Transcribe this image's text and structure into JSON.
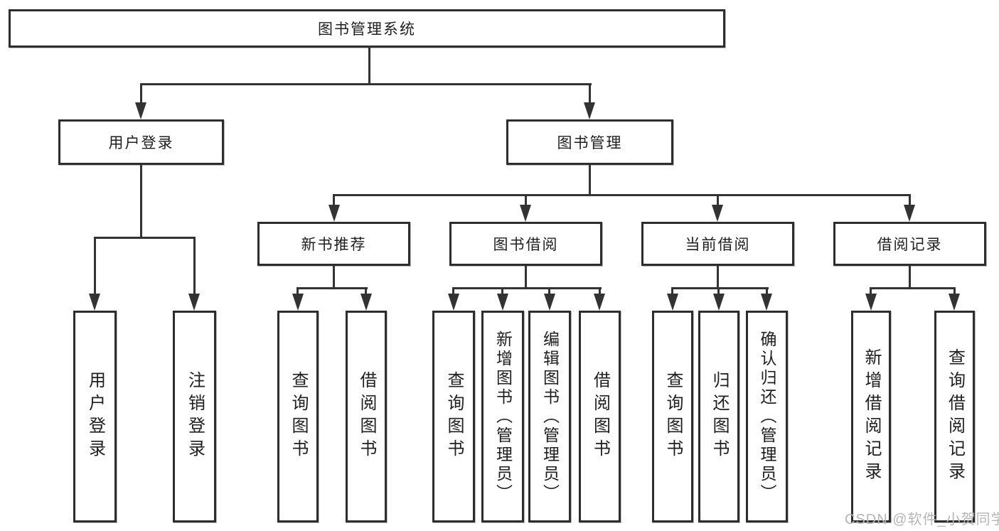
{
  "diagram_type": "hierarchy-tree",
  "tree": {
    "label": "图书管理系统",
    "children": [
      {
        "label": "用户登录",
        "children": [
          {
            "label": "用户登录"
          },
          {
            "label": "注销登录"
          }
        ]
      },
      {
        "label": "图书管理",
        "children": [
          {
            "label": "新书推荐",
            "children": [
              {
                "label": "查询图书"
              },
              {
                "label": "借阅图书"
              }
            ]
          },
          {
            "label": "图书借阅",
            "children": [
              {
                "label": "查询图书"
              },
              {
                "label": "新增图书（管理员）"
              },
              {
                "label": "编辑图书（管理员）"
              },
              {
                "label": "借阅图书"
              }
            ]
          },
          {
            "label": "当前借阅",
            "children": [
              {
                "label": "查询图书"
              },
              {
                "label": "归还图书"
              },
              {
                "label": "确认归还（管理员）"
              }
            ]
          },
          {
            "label": "借阅记录",
            "children": [
              {
                "label": "新增借阅记录"
              },
              {
                "label": "查询借阅记录"
              }
            ]
          }
        ]
      }
    ]
  },
  "watermark": "CSDN @软件_小贺同学",
  "colors": {
    "line": "#333333",
    "box_border": "#2d2d2d",
    "text": "#1e1e1e",
    "watermark": "#b6b6b6",
    "background": "#ffffff"
  }
}
